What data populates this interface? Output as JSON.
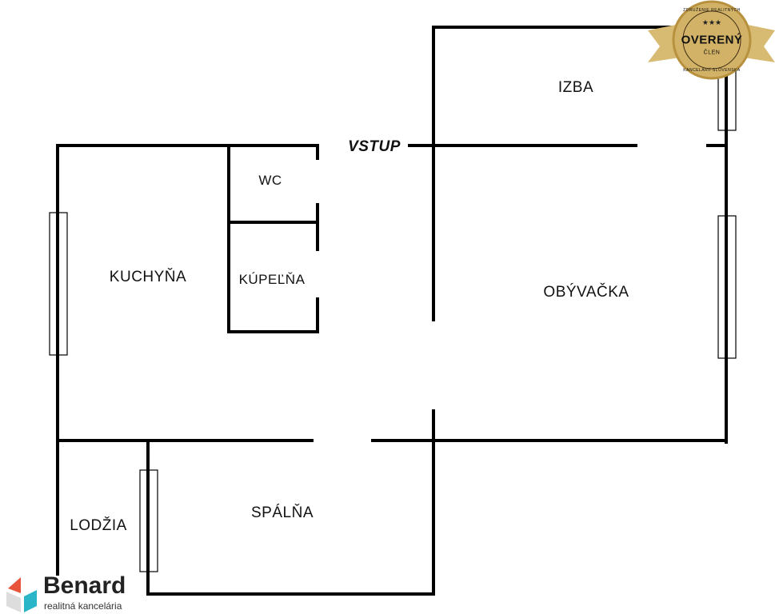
{
  "rooms": {
    "izba": "IZBA",
    "wc": "WC",
    "kuchyna": "KUCHYŇA",
    "kupelna": "KÚPEĽŇA",
    "obyvacka": "OBÝVAČKA",
    "lodzia": "LODŽIA",
    "spalna": "SPÁLŇA",
    "vstup": "VSTUP"
  },
  "badge": {
    "title": "OVERENÝ",
    "subtitle": "ČLEN",
    "ring_top": "ZDRUŽENIE REALITNÝCH",
    "ring_bottom": "KANCELÁRIÍ SLOVENSKA",
    "gold": "#c9a552"
  },
  "logo": {
    "name": "Benard",
    "tagline": "realitná kancelária",
    "colors": {
      "red": "#e8543a",
      "cyan": "#2bb5c9",
      "grey": "#dddddd"
    }
  }
}
